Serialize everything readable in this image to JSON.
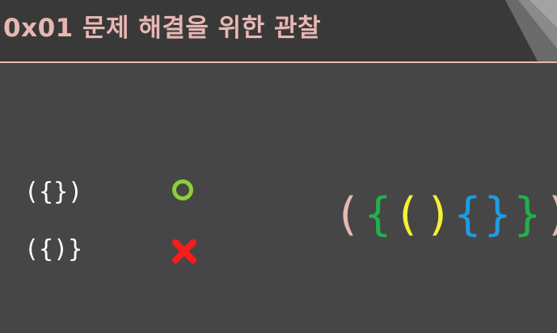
{
  "header": {
    "title": "0x01  문제 해결을 위한 관찰"
  },
  "examples": [
    {
      "text": "({})",
      "result": "valid",
      "mark_icon": "circle-icon",
      "mark_color": "#8ccf3a"
    },
    {
      "text": "({)}",
      "result": "invalid",
      "mark_icon": "x-icon",
      "mark_color": "#ff1a1a"
    }
  ],
  "sequence": [
    {
      "char": "(",
      "color": "#e8b7b3"
    },
    {
      "char": "{",
      "color": "#22b04a"
    },
    {
      "char": "(",
      "color": "#f5f03a"
    },
    {
      "char": ")",
      "color": "#f5f03a"
    },
    {
      "char": "{",
      "color": "#1e9be0"
    },
    {
      "char": "}",
      "color": "#1e9be0"
    },
    {
      "char": "}",
      "color": "#22b04a"
    },
    {
      "char": ")",
      "color": "#e8b7b3"
    }
  ],
  "colors": {
    "background": "#464646",
    "header_background": "#393939",
    "accent": "#e8b7b3"
  }
}
